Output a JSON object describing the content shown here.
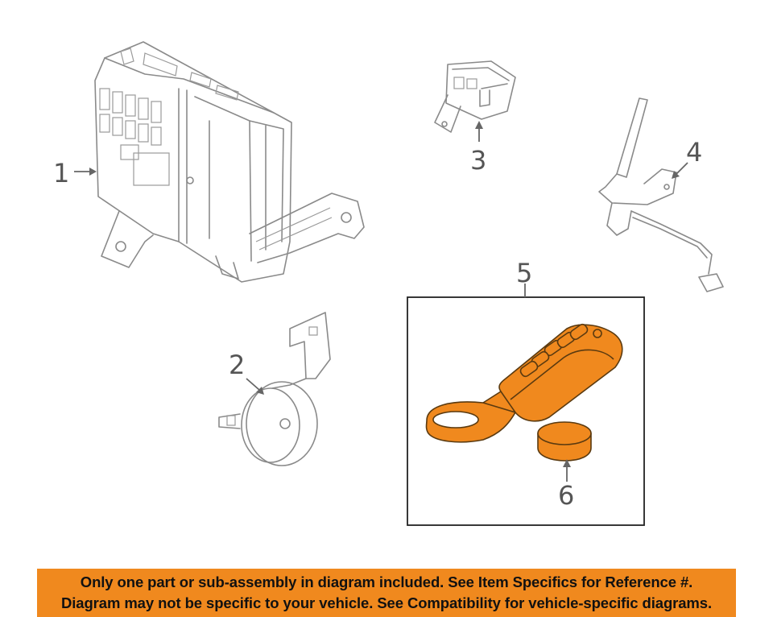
{
  "callouts": {
    "part1": "1",
    "part2": "2",
    "part3": "3",
    "part4": "4",
    "part5": "5",
    "part6": "6"
  },
  "highlight_color": "#f0891e",
  "banner": {
    "line1": "Only one part or sub-assembly in diagram included. See Item Specifics for Reference #.",
    "line2": "Diagram may not be specific to your vehicle. See Compatibility for vehicle-specific diagrams."
  }
}
